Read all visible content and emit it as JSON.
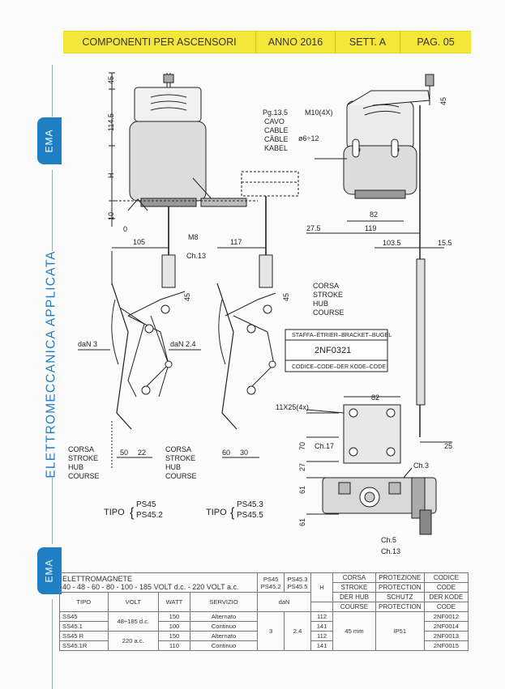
{
  "header": {
    "title": "COMPONENTI PER ASCENSORI",
    "year": "ANNO 2016",
    "section": "SETT. A",
    "page": "PAG. 05"
  },
  "sidebar": {
    "tab_top": "EMA",
    "tab_bottom": "EMA",
    "brand": "ELETTROMECCANICA APPLICATA"
  },
  "drawing": {
    "dims": {
      "d45": "45",
      "d114": "114.5",
      "dH": "H",
      "d10": "10",
      "d0": "0",
      "d105": "105",
      "d117": "117",
      "m8": "M8",
      "ch13a": "Ch.13",
      "d45b": "45",
      "d45c": "45",
      "dan3": "daN 3",
      "dan24": "daN 2.4",
      "d50": "50",
      "d22": "22",
      "d60": "60",
      "d30": "30",
      "pg": "Pg.13.5",
      "m10": "M10(4X)",
      "phi": "ø6÷12",
      "d82a": "82",
      "d275": "27.5",
      "d119": "119",
      "d1035": "103.5",
      "d155": "15.5",
      "d45d": "45",
      "d82b": "82",
      "slot": "11X25(4x)",
      "ch17": "Ch.17",
      "ch3": "Ch.3",
      "d70": "70",
      "d27": "27",
      "d61a": "61",
      "d61b": "61",
      "d25": "25",
      "ch5": "Ch.5",
      "ch13b": "Ch.13"
    },
    "cable": [
      "CAVO",
      "CABLE",
      "CÂBLE",
      "KABEL"
    ],
    "corsa_right": [
      "CORSA",
      "STROKE",
      "HUB",
      "COURSE"
    ],
    "corsa_left": [
      "CORSA",
      "STROKE",
      "HUB",
      "COURSE"
    ],
    "corsa_mid": [
      "CORSA",
      "STROKE",
      "HUB",
      "COURSE"
    ],
    "bracket": {
      "title": "STAFFA–ÉTRIER–BRACKET–BUGEL",
      "code": "2NF0321",
      "footer": "CODICE–CODE–DER KODE–CODE"
    },
    "tipo1": {
      "label": "TIPO",
      "a": "PS45",
      "b": "PS45.2"
    },
    "tipo2": {
      "label": "TIPO",
      "a": "PS45.3",
      "b": "PS45.5"
    }
  },
  "table": {
    "title": "ELETTROMAGNETE",
    "voltages": "40 - 48 - 60 - 80 - 100 - 185 VOLT d.c. - 220 VOLT a.c.",
    "ps_a": "PS45",
    "ps_a2": "PS45.2",
    "ps_b": "PS45.3",
    "ps_b2": "PS45.5",
    "h_col": "H",
    "corsa": [
      "CORSA",
      "STROKE",
      "DER HUB",
      "COURSE"
    ],
    "protezione": [
      "PROTEZIONE",
      "PROTECTION",
      "SCHUTZ",
      "PROTECTION"
    ],
    "codice": [
      "CODICE",
      "CODE",
      "DER KODE",
      "CODE"
    ],
    "cols": {
      "tipo": "TIPO",
      "volt": "VOLT",
      "watt": "WATT",
      "servizio": "SERVIZIO",
      "dan": "daN"
    },
    "rows": [
      {
        "tipo": "SS45",
        "watt": "150",
        "servizio": "Alternato",
        "h": "112",
        "code": "2NF0012"
      },
      {
        "tipo": "SS45.1",
        "watt": "100",
        "servizio": "Continuo",
        "h": "141",
        "code": "2NF0014"
      },
      {
        "tipo": "SS45 R",
        "watt": "150",
        "servizio": "Alternato",
        "h": "112",
        "code": "2NF0013"
      },
      {
        "tipo": "SS45.1R",
        "watt": "110",
        "servizio": "Continuo",
        "h": "141",
        "code": "2NF0015"
      }
    ],
    "volt_dc": "48÷185 d.c.",
    "volt_ac": "220 a.c.",
    "dan_a": "3",
    "dan_b": "2.4",
    "stroke_val": "45 mm",
    "protection_val": "IP51"
  }
}
